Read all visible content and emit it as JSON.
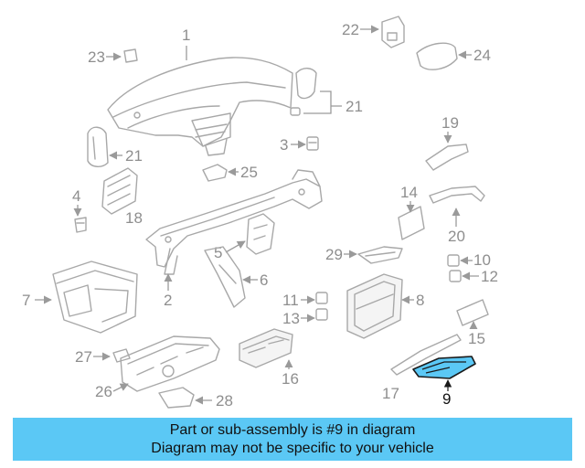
{
  "diagram": {
    "callouts": [
      "1",
      "2",
      "3",
      "4",
      "5",
      "6",
      "7",
      "8",
      "9",
      "10",
      "11",
      "12",
      "13",
      "14",
      "15",
      "16",
      "17",
      "18",
      "19",
      "20",
      "21",
      "21",
      "22",
      "23",
      "24",
      "25",
      "26",
      "27",
      "28",
      "29"
    ],
    "highlighted_part": "9"
  },
  "banner": {
    "line1": "Part or sub-assembly is #9 in diagram",
    "line2": "Diagram may not be specific to your vehicle"
  }
}
